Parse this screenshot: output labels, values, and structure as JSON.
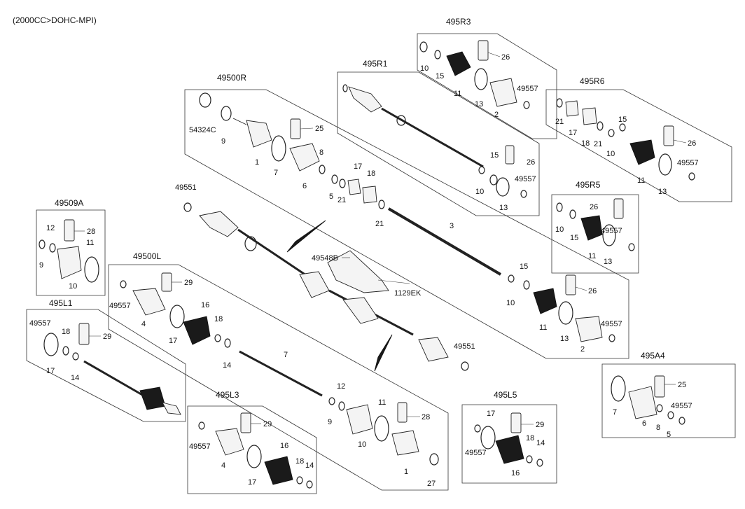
{
  "header": {
    "note": "(2000CC>DOHC-MPI)"
  },
  "groups": {
    "g495R3": "495R3",
    "g495R1": "495R1",
    "g49500R": "49500R",
    "g495R6": "495R6",
    "g495R5": "495R5",
    "g49509A": "49509A",
    "g49500L": "49500L",
    "g495L1": "495L1",
    "g495L3": "495L3",
    "g495L5": "495L5",
    "g495A4": "495A4"
  },
  "labels": {
    "r3_10": "10",
    "r3_15": "15",
    "r3_11": "11",
    "r3_26": "26",
    "r3_13": "13",
    "r3_2": "2",
    "r3_49557": "49557",
    "r1_15": "15",
    "r1_26": "26",
    "r1_10": "10",
    "r1_49557": "49557",
    "r1_13": "13",
    "r_54324C": "54324C",
    "r_9": "9",
    "r_1": "1",
    "r_7": "7",
    "r_25": "25",
    "r_8": "8",
    "r_6": "6",
    "r_17": "17",
    "r_18": "18",
    "r_5": "5",
    "r_21a": "21",
    "r_21b": "21",
    "r_3": "3",
    "r_15": "15",
    "r_10": "10",
    "r_26": "26",
    "r_11": "11",
    "r_13": "13",
    "r_2": "2",
    "r_49557": "49557",
    "r6_21a": "21",
    "r6_17": "17",
    "r6_18": "18",
    "r6_21b": "21",
    "r6_10": "10",
    "r6_15": "15",
    "r6_26": "26",
    "r6_11": "11",
    "r6_49557": "49557",
    "r6_13": "13",
    "r5_10": "10",
    "r5_15": "15",
    "r5_26": "26",
    "r5_49557": "49557",
    "r5_11": "11",
    "r5_13": "13",
    "c_49551a": "49551",
    "c_49548B": "49548B",
    "c_1129EK": "1129EK",
    "c_49551b": "49551",
    "a_12": "12",
    "a_28": "28",
    "a_9": "9",
    "a_11": "11",
    "a_10": "10",
    "l_29": "29",
    "l_49557": "49557",
    "l_4": "4",
    "l_16": "16",
    "l_18": "18",
    "l_17": "17",
    "l_14": "14",
    "l_7": "7",
    "l_12": "12",
    "l_9": "9",
    "l_11": "11",
    "l_28": "28",
    "l_10": "10",
    "l_1": "1",
    "l_27": "27",
    "l1_49557": "49557",
    "l1_18": "18",
    "l1_29": "29",
    "l1_17": "17",
    "l1_14": "14",
    "l3_29": "29",
    "l3_49557": "49557",
    "l3_4": "4",
    "l3_16": "16",
    "l3_18": "18",
    "l3_14": "14",
    "l3_17": "17",
    "l5_17": "17",
    "l5_29": "29",
    "l5_18": "18",
    "l5_14": "14",
    "l5_49557": "49557",
    "l5_16": "16",
    "a4_25": "25",
    "a4_49557": "49557",
    "a4_7": "7",
    "a4_6": "6",
    "a4_8": "8",
    "a4_5": "5"
  }
}
